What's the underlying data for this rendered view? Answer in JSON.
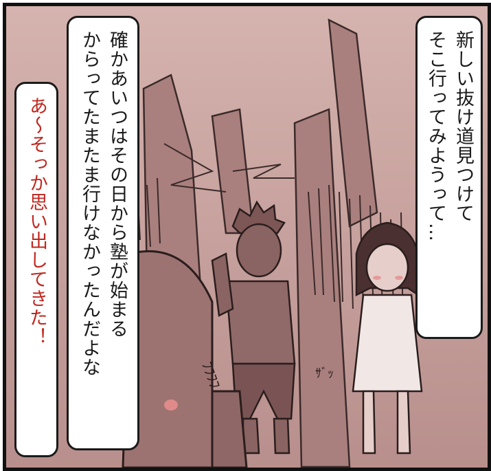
{
  "panel": {
    "colors": {
      "background": "#c9a3a0",
      "border": "#111111",
      "red_text": "#c0271f"
    }
  },
  "bubbles": {
    "right": {
      "lines": [
        "新しい抜け道見つけて",
        "そこ行ってみようって…"
      ]
    },
    "center": {
      "lines": [
        "確かあいつはその日から塾が始まる",
        "からってたまたま行けなかったんだよな"
      ]
    },
    "left": {
      "lines": [
        "あ～そっか思い出してきた！"
      ]
    }
  },
  "sound_effects": {
    "tap_left": "ﾌﾌﾌﾌ",
    "rustle": "ｻﾞｯ"
  }
}
